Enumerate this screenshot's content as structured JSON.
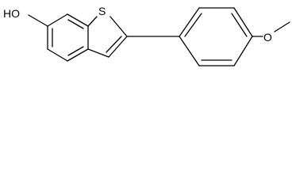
{
  "structure": {
    "atoms": {
      "hydroxyl": "HO",
      "sulfur": "S",
      "methoxy_oxygen": "O"
    },
    "colors": {
      "bond": "#000000",
      "label": "#000000",
      "background": "#ffffff"
    }
  }
}
